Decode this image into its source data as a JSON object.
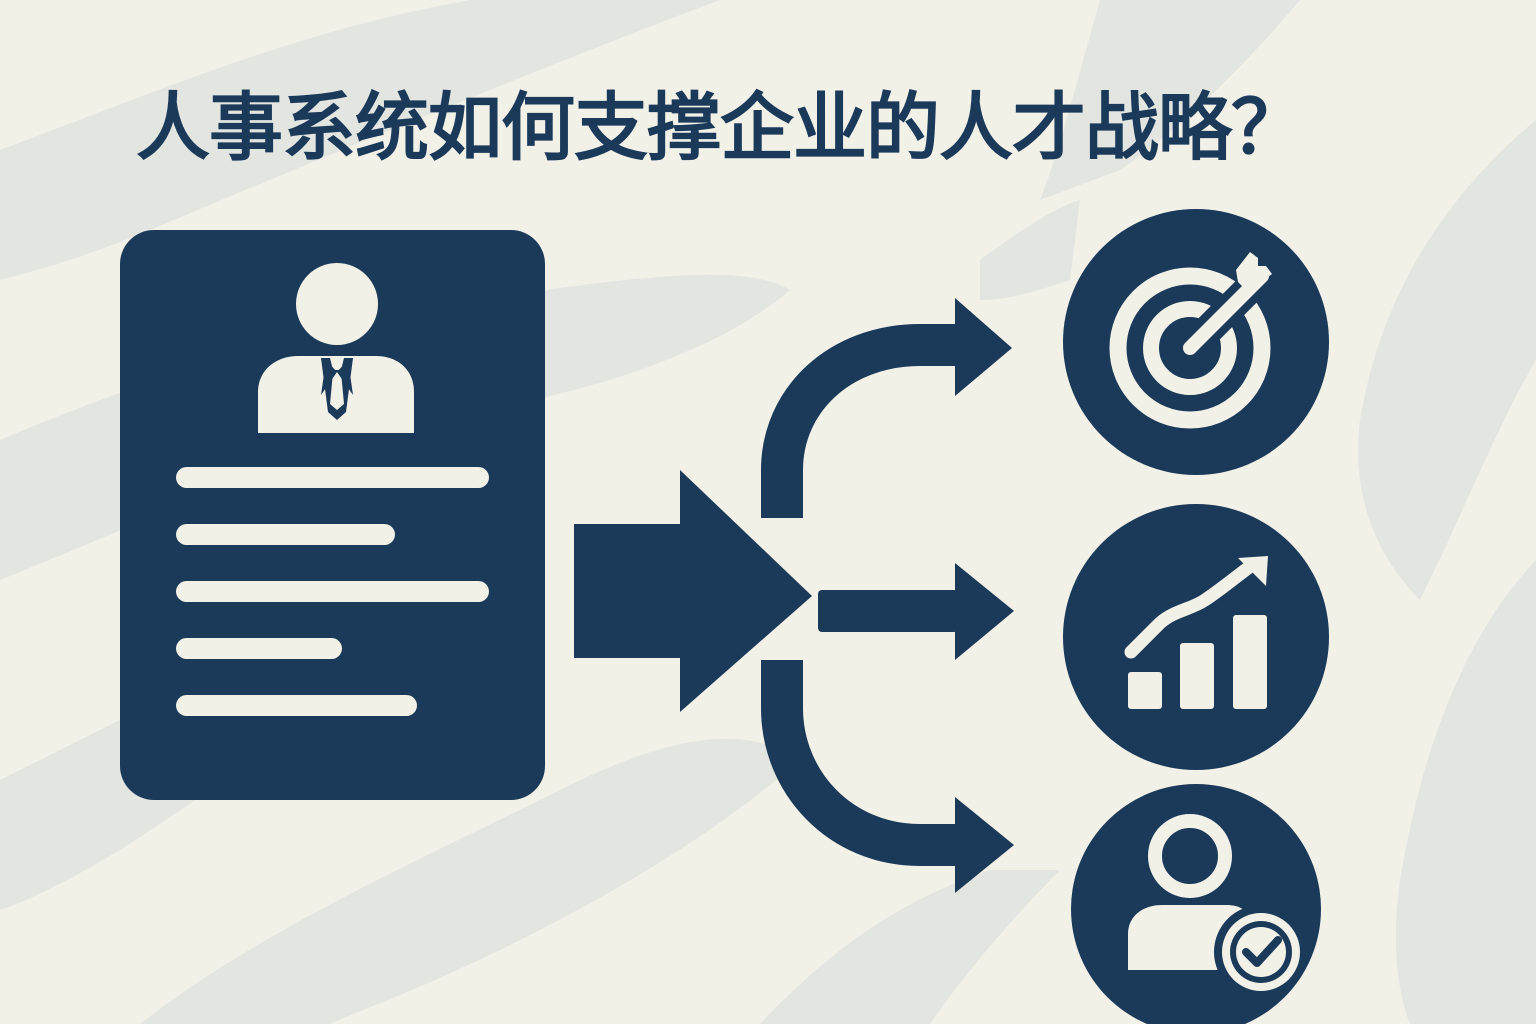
{
  "title": "人事系统如何支撑企业的人才战略？",
  "colors": {
    "primary": "#1B3A5A",
    "background": "#F2F1E8",
    "wave": "#E2E4E0",
    "icon_fill": "#F2F1E8"
  },
  "diagram": {
    "source": {
      "name": "employee-profile-card",
      "icon": "person-with-tie-icon",
      "text_line_count": 5
    },
    "flow": "right-arrow-splitting-into-three",
    "outcomes": [
      {
        "name": "target-strategy",
        "icon": "target-with-arrow-icon"
      },
      {
        "name": "growth-performance",
        "icon": "bar-chart-trend-up-icon"
      },
      {
        "name": "talent-verified",
        "icon": "person-check-icon"
      }
    ]
  }
}
